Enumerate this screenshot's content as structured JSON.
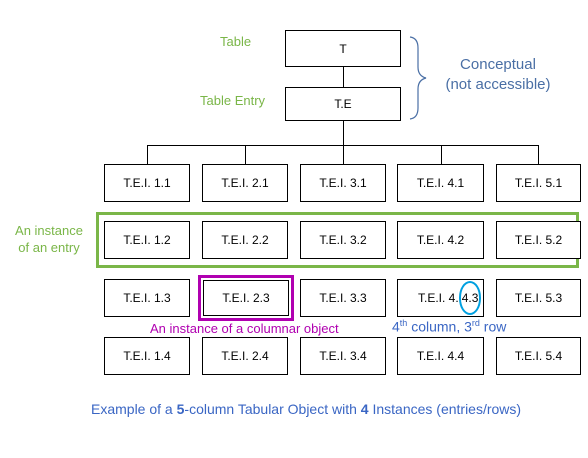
{
  "top": {
    "table_label": "Table",
    "table_entry_label": "Table Entry",
    "t_box": "T",
    "te_box": "T.E",
    "conceptual_line1": "Conceptual",
    "conceptual_line2": "(not accessible)"
  },
  "grid": {
    "rows": [
      [
        "T.E.I. 1.1",
        "T.E.I. 2.1",
        "T.E.I. 3.1",
        "T.E.I. 4.1",
        "T.E.I. 5.1"
      ],
      [
        "T.E.I. 1.2",
        "T.E.I. 2.2",
        "T.E.I. 3.2",
        "T.E.I. 4.2",
        "T.E.I. 5.2"
      ],
      [
        "T.E.I. 1.3",
        "T.E.I. 2.3",
        "T.E.I. 3.3",
        "T.E.I. 4.",
        "T.E.I. 5.3"
      ],
      [
        "T.E.I. 1.4",
        "T.E.I. 2.4",
        "T.E.I. 3.4",
        "T.E.I. 4.4",
        "T.E.I. 5.4"
      ]
    ],
    "circled_value": "4.3"
  },
  "annotations": {
    "entry_instance_line1": "An instance",
    "entry_instance_line2": "of an entry",
    "columnar_instance": "An instance of a columnar object",
    "column_row_parts": [
      "4",
      "th",
      " column, 3",
      "rd",
      " row"
    ]
  },
  "caption": {
    "parts": [
      "Example of a ",
      "5",
      "-column Tabular Object with ",
      "4",
      " Instances (entries/rows)"
    ]
  },
  "colors": {
    "green": "#7ab648",
    "blue": "#4a6fa5",
    "magenta": "#b000b0",
    "cyan": "#00a0e0"
  }
}
